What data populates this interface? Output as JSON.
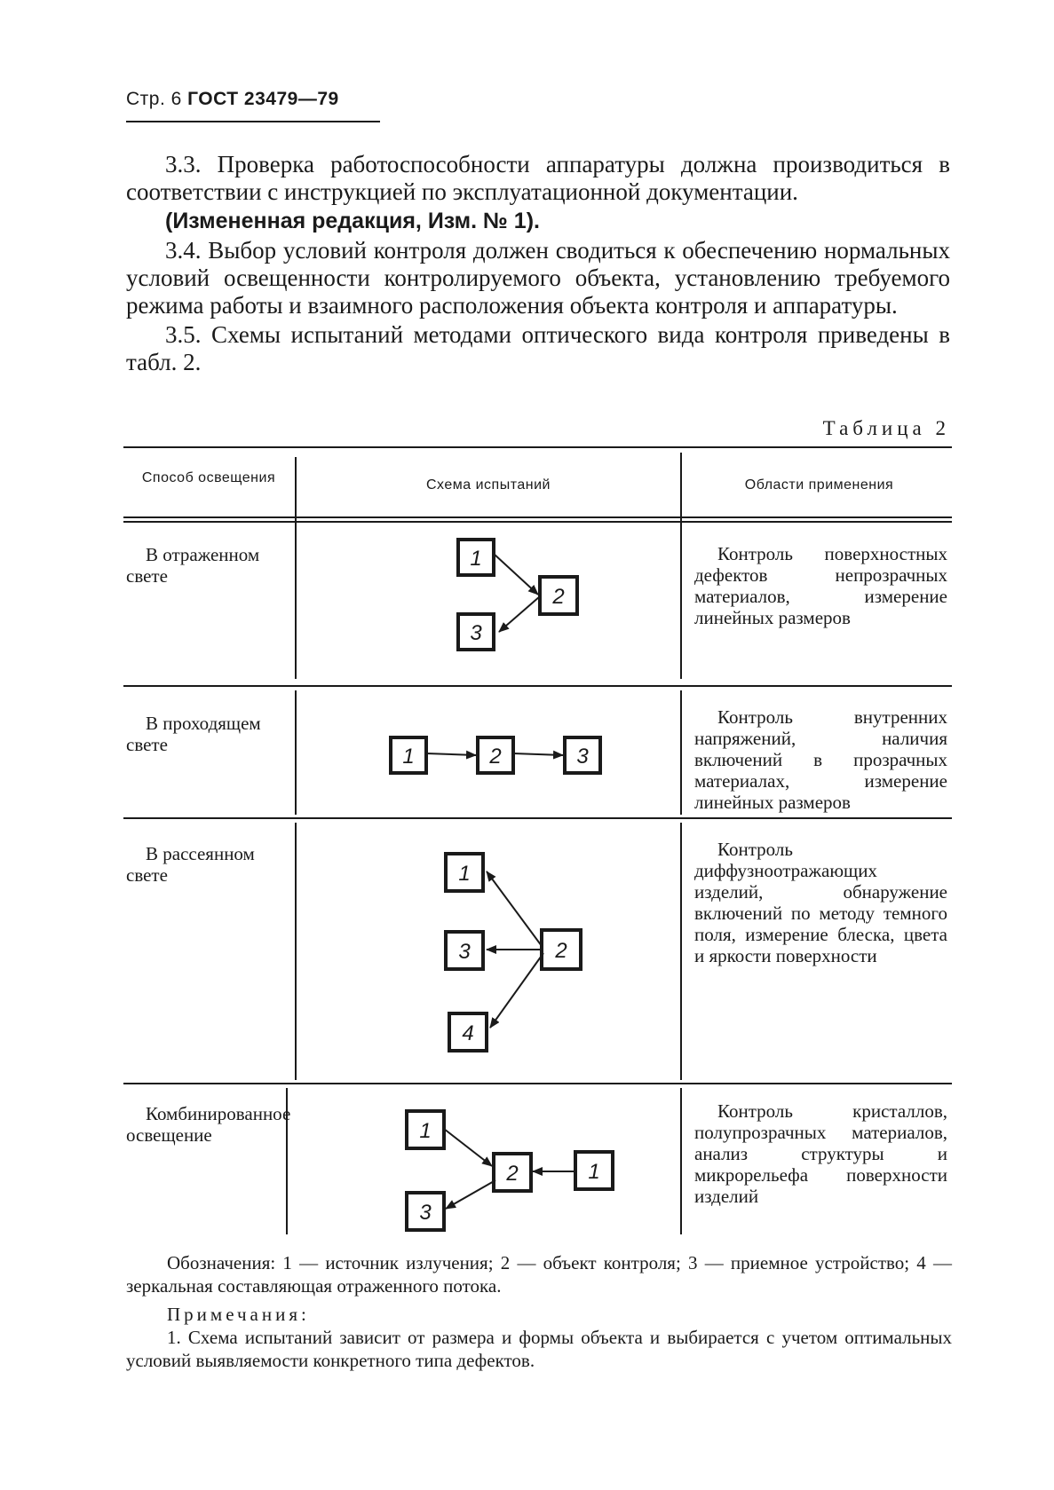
{
  "header": {
    "page": "Стр. 6",
    "gost": "ГОСТ 23479—79"
  },
  "paragraphs": {
    "p33": "3.3. Проверка работоспособности аппаратуры должна производиться в соответствии с инструкцией по эксплуатационной документации.",
    "p33_edit": "(Измененная редакция, Изм. № 1).",
    "p34": "3.4. Выбор условий контроля должен сводиться к обеспечению нормальных условий освещенности контролируемого объекта, установлению требуемого режима работы и взаимного расположения объекта контроля и аппаратуры.",
    "p35": "3.5. Схемы испытаний методами оптического вида контроля приведены в табл. 2."
  },
  "table": {
    "caption": "Таблица 2",
    "headers": [
      "Способ освещения",
      "Схема испытаний",
      "Области применения"
    ],
    "rows": [
      {
        "method": "В отраженном свете",
        "boxes": [
          "1",
          "2",
          "3"
        ],
        "area": "Контроль поверхностных дефектов непрозрачных материалов, измерение линейных размеров"
      },
      {
        "method": "В проходящем свете",
        "boxes": [
          "1",
          "2",
          "3"
        ],
        "area": "Контроль внутренних напряжений, наличия включений в прозрачных материалах, измерение линейных размеров"
      },
      {
        "method": "В рассеянном свете",
        "boxes": [
          "1",
          "3",
          "2",
          "4"
        ],
        "area": "Контроль диффузноотражающих изделий, обнаружение включений по методу темного поля, измерение блеска, цвета и яркости поверхности"
      },
      {
        "method": "Комбинированное освещение",
        "boxes": [
          "1",
          "2",
          "1",
          "3"
        ],
        "area": "Контроль кристаллов, полупрозрачных материалов, анализ структуры и микрорельефа поверхности изделий"
      }
    ]
  },
  "legend": "Обозначения: 1 — источник излучения; 2 — объект контроля; 3 — приемное устройство; 4 — зеркальная составляющая отраженного потока.",
  "notes": {
    "title": "Примечания:",
    "items": [
      "1. Схема испытаний зависит от размера и формы объекта и выбирается с учетом оптимальных условий выявляемости конкретного типа дефектов."
    ]
  }
}
